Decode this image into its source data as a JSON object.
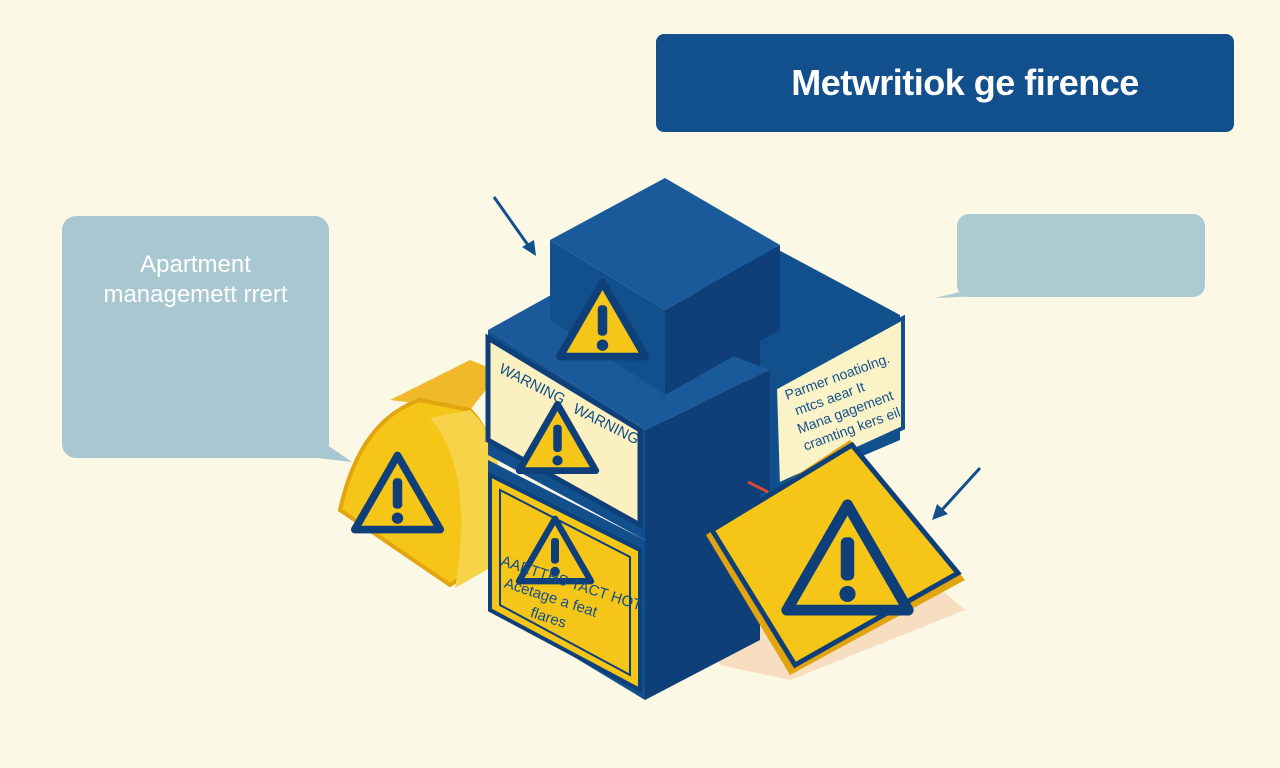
{
  "title_banner": {
    "text": "Metwritiok ge firence"
  },
  "callout_left": {
    "line1": "Apartment",
    "line2": "managemett rrert"
  },
  "callout_right": {
    "text": ""
  },
  "signs": {
    "warning_plate": {
      "label_left": "WARNING",
      "label_right": "WARNING"
    },
    "right_panel": {
      "line1": "Parmer noatiolng.",
      "line2": "mtcs aear It",
      "line3": "Mana gagement",
      "line4": "cramting kers eil"
    },
    "front_panel": {
      "line1": "AARTTHS TACT HOT",
      "line2": "Acetage a feat",
      "line3": "flares"
    }
  },
  "colors": {
    "background": "#fbf8e6",
    "navy": "#124f8d",
    "cube_dark": "#0f3f79",
    "warning_yellow": "#f5c518",
    "callout_blue": "#a8c7d1"
  },
  "icons": [
    "warning-triangle-icon",
    "pointer-arrow-icon"
  ]
}
